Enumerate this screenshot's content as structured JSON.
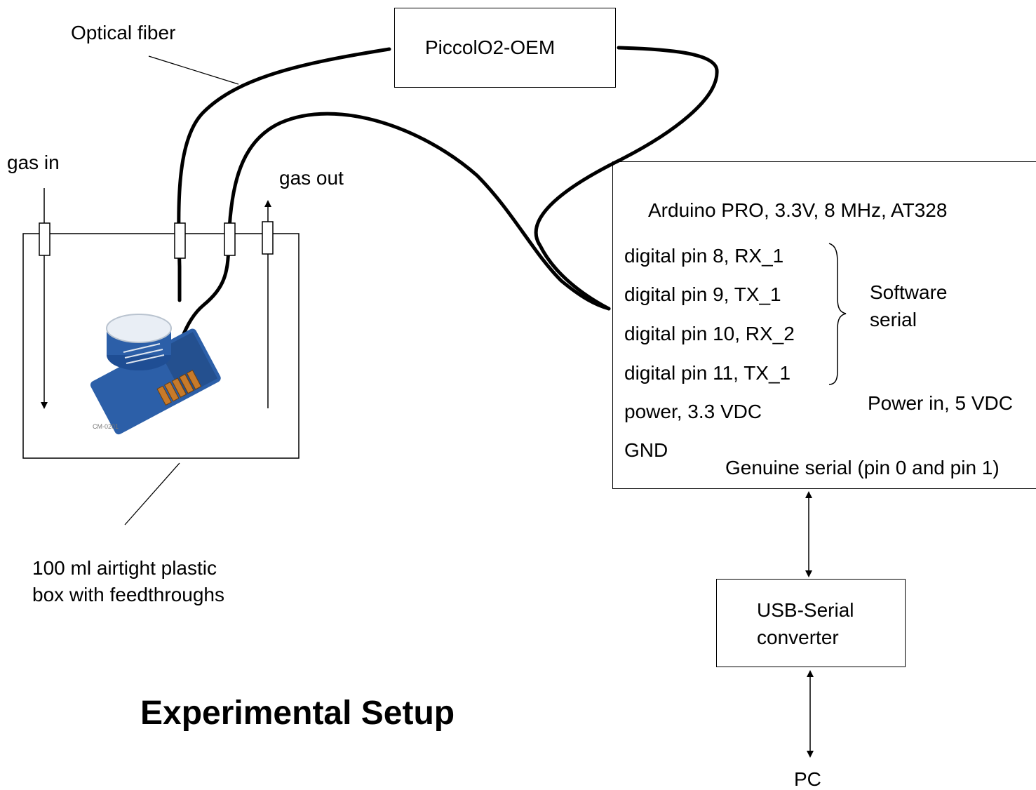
{
  "title": "Experimental Setup",
  "labels": {
    "optical_fiber": "Optical fiber",
    "gas_in": "gas in",
    "gas_out": "gas out",
    "box_caption_line1": "100 ml airtight plastic",
    "box_caption_line2": "box with feedthroughs",
    "pc": "PC"
  },
  "piccolo": {
    "label": "PiccolO2-OEM"
  },
  "arduino": {
    "title": "Arduino PRO, 3.3V, 8 MHz, AT328",
    "pins": [
      "digital pin 8, RX_1",
      "digital pin 9, TX_1",
      "digital pin 10, RX_2",
      "digital pin 11, TX_1",
      "power, 3.3 VDC",
      "GND"
    ],
    "software_serial_line1": "Software",
    "software_serial_line2": "serial",
    "power_in": "Power in, 5 VDC",
    "genuine_serial": "Genuine serial (pin 0 and pin 1)"
  },
  "usb_serial": {
    "line1": "USB-Serial",
    "line2": "converter"
  },
  "sensor": {
    "label": "CM-0201"
  },
  "colors": {
    "line": "#000000",
    "pcb": "#2c5fa8",
    "cap": "#e9eef5",
    "header": "#c77a2a"
  }
}
